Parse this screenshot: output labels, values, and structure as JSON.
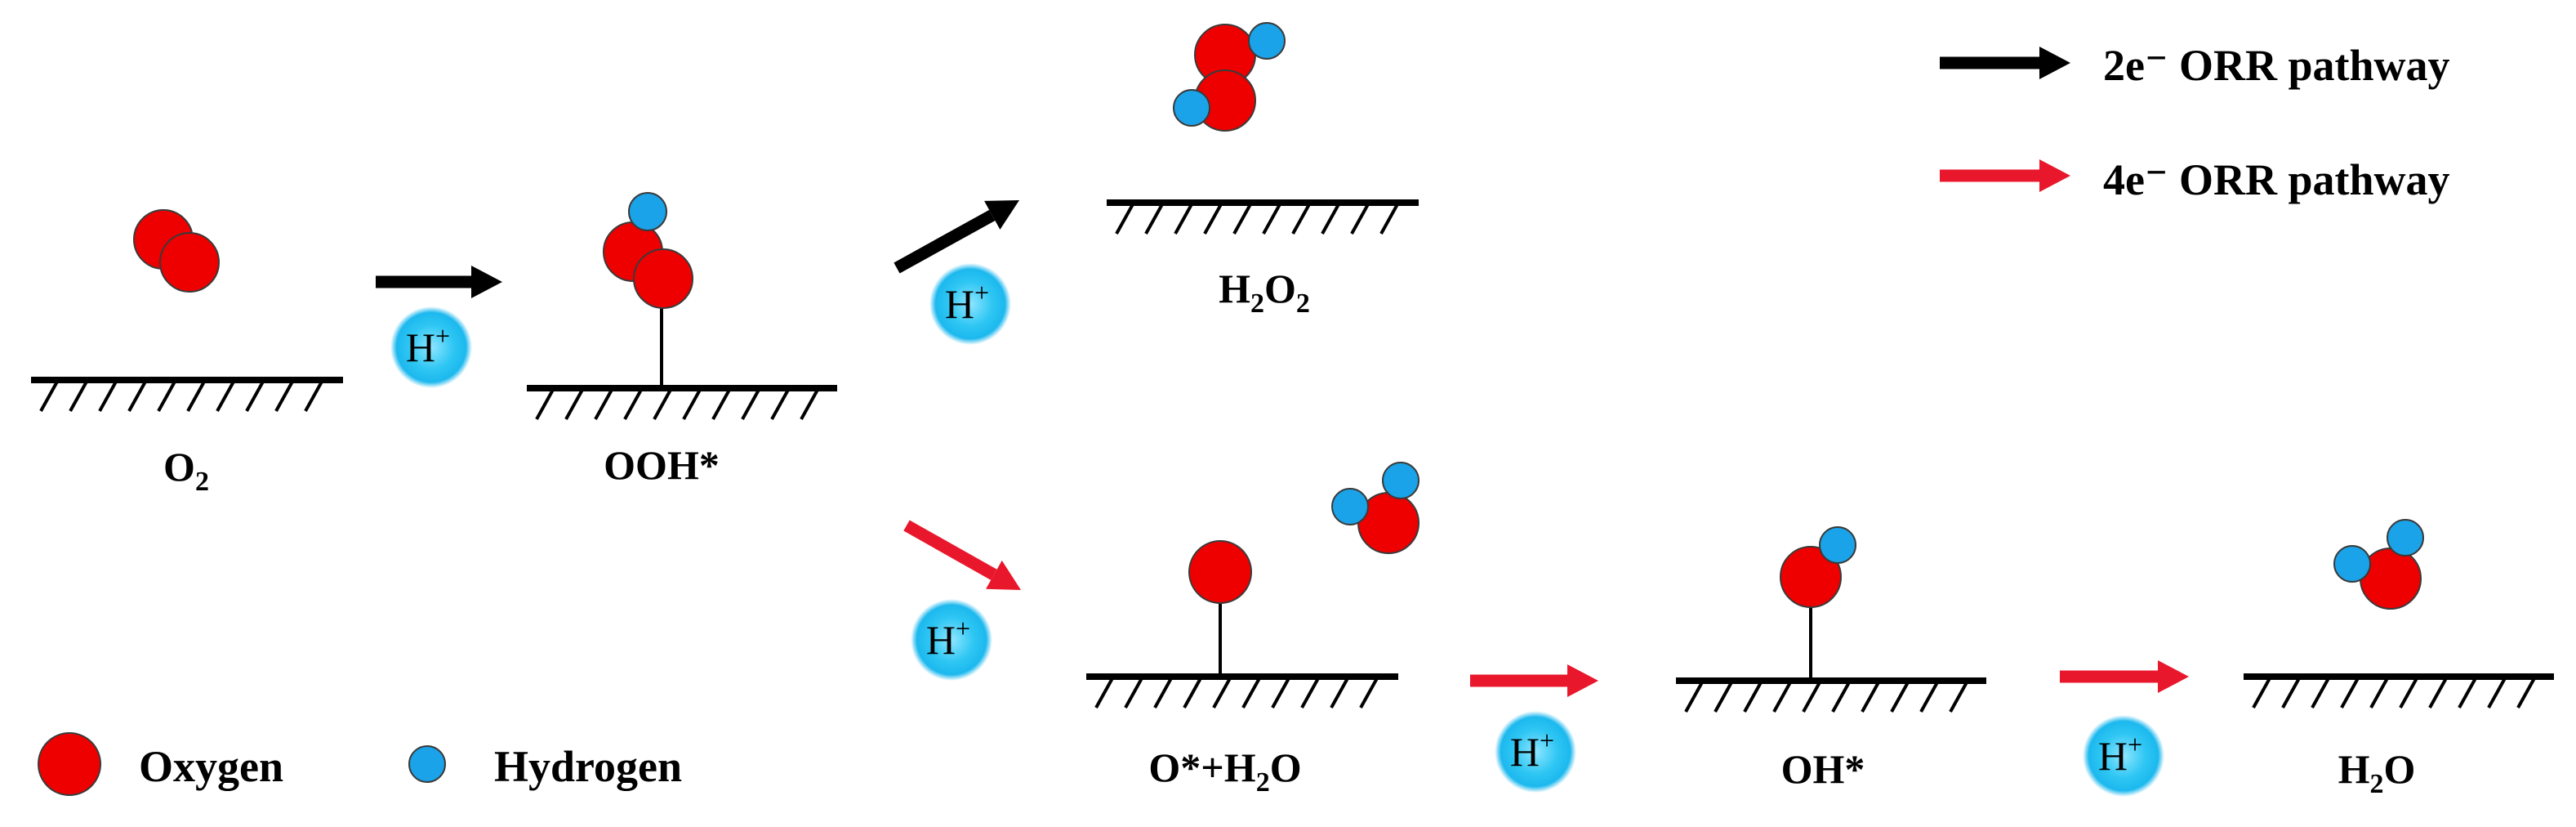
{
  "colors": {
    "oxygen": "#ee0000",
    "hydrogen": "#1aa3e8",
    "proton_glow": "#1fc4f2",
    "pathway_2e": "#000000",
    "pathway_4e": "#e8172c",
    "surface": "#000000"
  },
  "legend": {
    "pathway_2e": "2e⁻ ORR pathway",
    "pathway_4e": "4e⁻ ORR pathway",
    "oxygen": "Oxygen",
    "hydrogen": "Hydrogen"
  },
  "proton": {
    "base": "H",
    "sup": "+"
  },
  "species": {
    "o2": {
      "base": "O",
      "sub": "2"
    },
    "ooh": "OOH*",
    "h2o2": {
      "a": "H",
      "sub1": "2",
      "b": "O",
      "sub2": "2"
    },
    "o_h2o": {
      "a": "O*+H",
      "sub": "2",
      "b": "O"
    },
    "oh": "OH*",
    "h2o": {
      "a": "H",
      "sub": "2",
      "b": "O"
    }
  }
}
